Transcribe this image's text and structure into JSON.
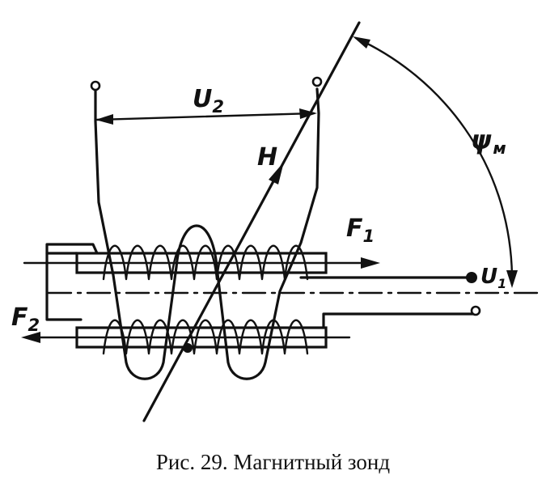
{
  "figure": {
    "caption": "Рис. 29. Магнитный зонд",
    "labels": {
      "u2": {
        "main": "U",
        "sub": "2"
      },
      "h": {
        "main": "H"
      },
      "f1": {
        "main": "F",
        "sub": "1"
      },
      "f2": {
        "main": "F",
        "sub": "2"
      },
      "psi": {
        "main": "ψ",
        "sub": "м"
      },
      "u1": {
        "main": "U",
        "sub": "1"
      }
    }
  }
}
